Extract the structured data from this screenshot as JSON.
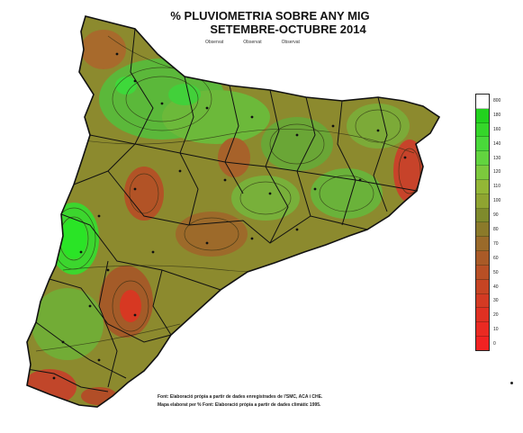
{
  "map": {
    "title_line1": "% PLUVIOMETRIA SOBRE ANY MIG",
    "title_line2": "SETEMBRE-OCTUBRE 2014",
    "sub_labels": [
      "Observat",
      "Observat",
      "Observat"
    ],
    "credits_line1": "Font: Elaboració pròpia a partir de dades enregistrades de l'SMC, ACA i CHE.",
    "credits_line2": "Mapa elaborat per % Font: Elaboració pròpia a partir de dades climàtic 1995.",
    "legend": {
      "labels": [
        "800",
        "180",
        "160",
        "140",
        "130",
        "120",
        "110",
        "100",
        "90",
        "80",
        "70",
        "60",
        "50",
        "40",
        "30",
        "20",
        "10",
        "0"
      ],
      "colors": [
        "#ffffff",
        "#22d21e",
        "#35d62a",
        "#49d93a",
        "#62d43f",
        "#7cc93d",
        "#93b636",
        "#8fa431",
        "#7f8a2c",
        "#8b7a2a",
        "#9a6a2a",
        "#a95a27",
        "#b84f25",
        "#c64423",
        "#d33a23",
        "#df3022",
        "#ea2a22",
        "#f12222"
      ]
    }
  }
}
